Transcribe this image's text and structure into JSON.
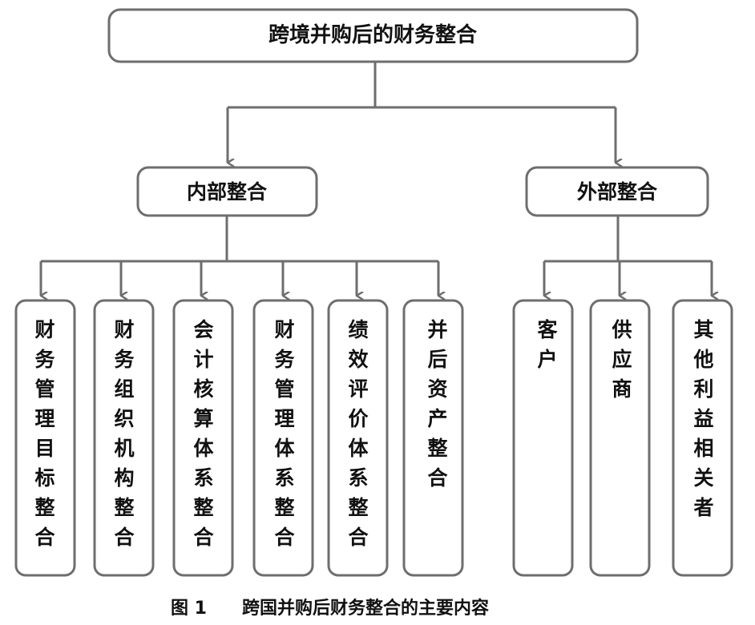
{
  "diagram": {
    "root": {
      "label": "跨境并购后的财务整合"
    },
    "internal": {
      "label": "内部整合",
      "children": [
        {
          "label": "财务管理目标整合"
        },
        {
          "label": "财务组织机构整合"
        },
        {
          "label": "会计核算体系整合"
        },
        {
          "label": "财务管理体系整合"
        },
        {
          "label": "绩效评价体系整合"
        },
        {
          "label": "并后资产整合"
        }
      ]
    },
    "external": {
      "label": "外部整合",
      "children": [
        {
          "label": "客户"
        },
        {
          "label": "供应商"
        },
        {
          "label": "其他利益相关者"
        }
      ]
    }
  },
  "caption": {
    "figure_no": "图 1",
    "title": "跨国并购后财务整合的主要内容"
  }
}
